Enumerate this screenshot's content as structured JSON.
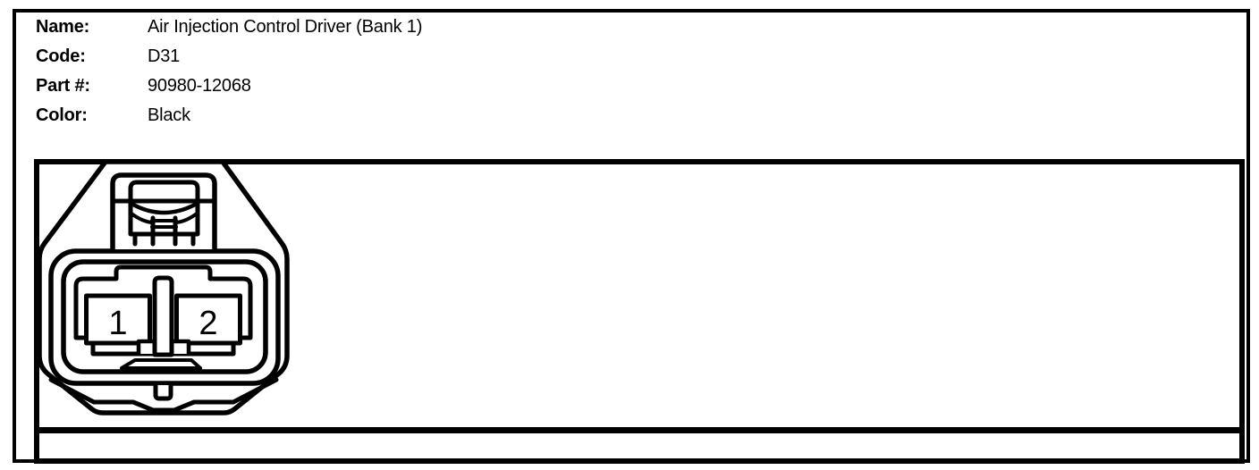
{
  "panel": {
    "fields": [
      {
        "label": "Name:",
        "value": "Air Injection Control Driver (Bank 1)"
      },
      {
        "label": "Code:",
        "value": "D31"
      },
      {
        "label": "Part #:",
        "value": "90980-12068"
      },
      {
        "label": "Color:",
        "value": "Black"
      }
    ]
  },
  "connector": {
    "description": "2-pin connector, front view",
    "pins": [
      {
        "number": "1"
      },
      {
        "number": "2"
      }
    ],
    "line_color": "#000000",
    "fill_color": "#ffffff"
  }
}
